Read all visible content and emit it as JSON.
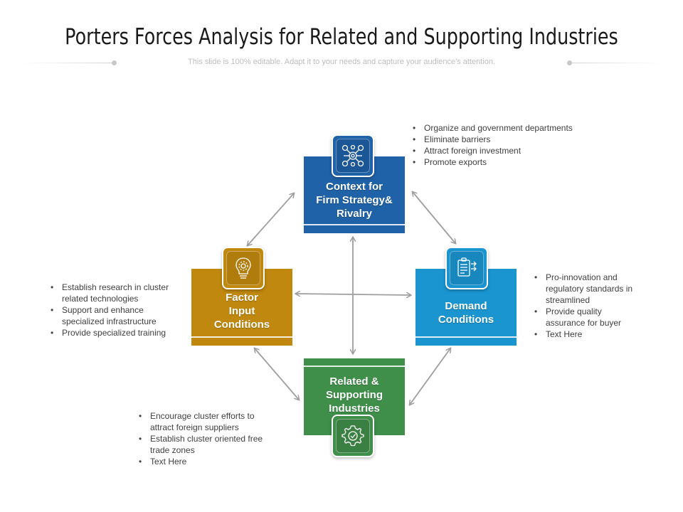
{
  "title": "Porters Forces Analysis for Related and Supporting Industries",
  "subtitle": "This slide is 100% editable. Adapt it to your needs and capture your audience's attention.",
  "nodes": {
    "top": {
      "label_lines": [
        "Context for",
        "Firm Strategy&",
        "Rivalry"
      ],
      "color": "#1f62a8",
      "icon": "network-nodes-icon",
      "bullets": [
        "Organize and government  departments",
        "Eliminate barriers",
        "Attract foreign  investment",
        "Promote exports"
      ]
    },
    "left": {
      "label_lines": [
        "Factor",
        "Input",
        "Conditions"
      ],
      "color": "#c0880e",
      "icon": "lightbulb-gear-icon",
      "bullets": [
        "Establish research  in cluster related technologies",
        "Support and enhance specialized infrastructure",
        "Provide  specialized training"
      ]
    },
    "right": {
      "label_lines": [
        "Demand",
        "Conditions"
      ],
      "color": "#1a95d0",
      "icon": "document-flow-icon",
      "bullets": [
        "Pro-innovation  and regulatory standards in streamlined",
        "Provide  quality assurance for buyer",
        "Text Here"
      ]
    },
    "bottom": {
      "label_lines": [
        "Related &",
        "Supporting",
        "Industries"
      ],
      "color": "#3f8f4a",
      "icon": "gear-hand-icon",
      "bullets": [
        "Encourage  cluster efforts  to attract foreign  suppliers",
        "Establish cluster oriented free trade zones",
        "Text Here"
      ]
    }
  },
  "colors": {
    "arrow": "#9e9e9e",
    "title": "#1a1a1a",
    "subtitle": "#bdbdbd"
  }
}
